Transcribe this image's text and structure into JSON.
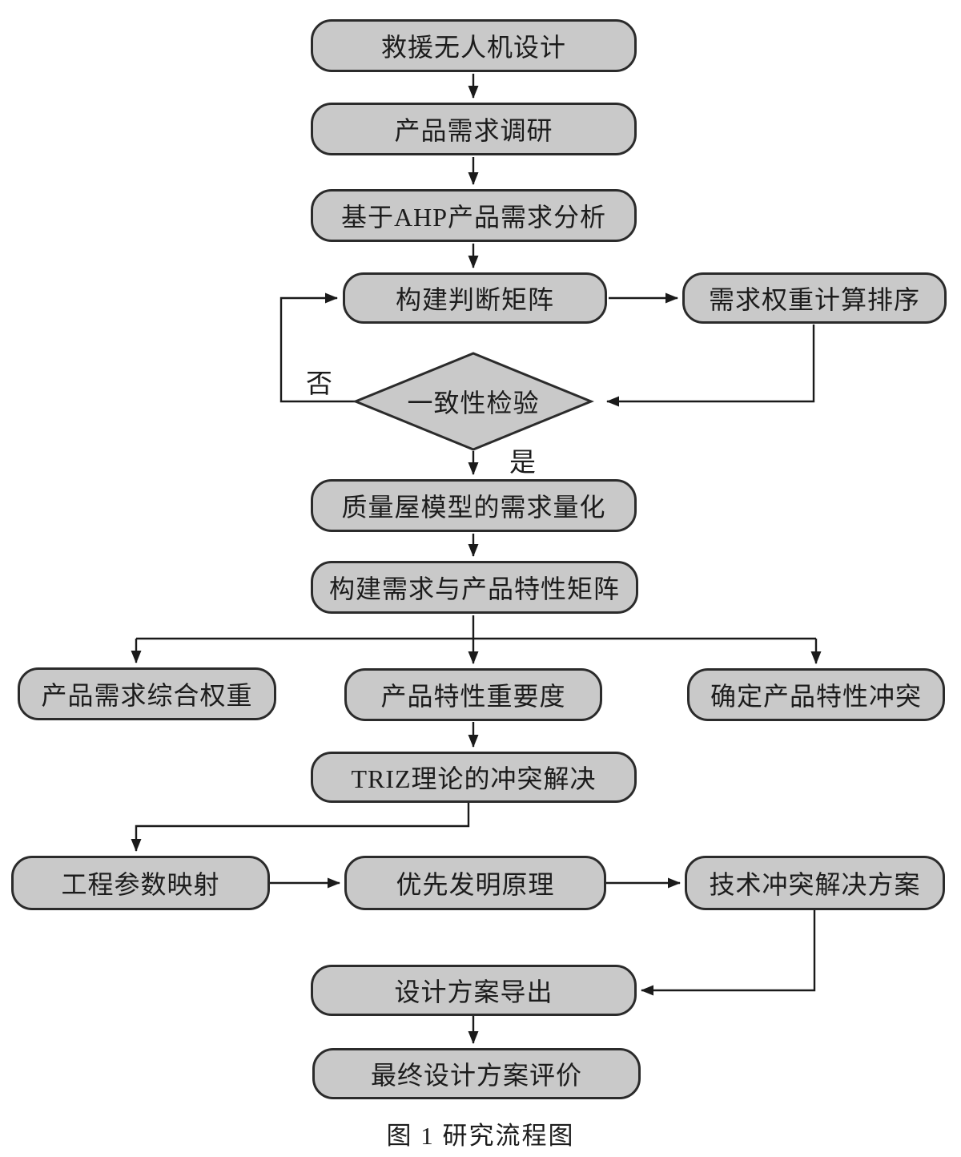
{
  "figure": {
    "caption": "图 1 研究流程图"
  },
  "flowchart": {
    "type": "flowchart",
    "background": "#ffffff",
    "colors": {
      "node_fill": "#c9c9c9",
      "node_border": "#2b2b2b",
      "line": "#1a1a1a",
      "text": "#1c1c1c"
    },
    "nodes": [
      {
        "id": "rescue-drone-design",
        "label": "救援无人机设计",
        "shape": "rounded"
      },
      {
        "id": "product-requirement-research",
        "label": "产品需求调研",
        "shape": "rounded"
      },
      {
        "id": "ahp-requirement-analysis",
        "label": "基于AHP产品需求分析",
        "shape": "rounded"
      },
      {
        "id": "build-judgment-matrix",
        "label": "构建判断矩阵",
        "shape": "rounded"
      },
      {
        "id": "weight-calculation-ranking",
        "label": "需求权重计算排序",
        "shape": "rounded"
      },
      {
        "id": "consistency-check",
        "label": "一致性检验",
        "shape": "diamond"
      },
      {
        "id": "hoq-requirement-quantification",
        "label": "质量屋模型的需求量化",
        "shape": "rounded"
      },
      {
        "id": "requirement-characteristic-matrix",
        "label": "构建需求与产品特性矩阵",
        "shape": "rounded"
      },
      {
        "id": "comprehensive-requirement-weight",
        "label": "产品需求综合权重",
        "shape": "rounded"
      },
      {
        "id": "characteristic-importance",
        "label": "产品特性重要度",
        "shape": "rounded"
      },
      {
        "id": "determine-characteristic-conflict",
        "label": "确定产品特性冲突",
        "shape": "rounded"
      },
      {
        "id": "triz-conflict-resolution",
        "label": "TRIZ理论的冲突解决",
        "shape": "rounded"
      },
      {
        "id": "engineering-parameter-mapping",
        "label": "工程参数映射",
        "shape": "rounded"
      },
      {
        "id": "priority-invention-principle",
        "label": "优先发明原理",
        "shape": "rounded"
      },
      {
        "id": "technical-conflict-solution",
        "label": "技术冲突解决方案",
        "shape": "rounded"
      },
      {
        "id": "design-scheme-export",
        "label": "设计方案导出",
        "shape": "rounded"
      },
      {
        "id": "final-design-evaluation",
        "label": "最终设计方案评价",
        "shape": "rounded"
      }
    ],
    "edge_labels": {
      "no": "否",
      "yes": "是"
    },
    "edges": [
      {
        "from": "救援无人机设计",
        "to": "产品需求调研"
      },
      {
        "from": "产品需求调研",
        "to": "基于AHP产品需求分析"
      },
      {
        "from": "基于AHP产品需求分析",
        "to": "构建判断矩阵"
      },
      {
        "from": "构建判断矩阵",
        "to": "需求权重计算排序"
      },
      {
        "from": "需求权重计算排序",
        "to": "一致性检验"
      },
      {
        "from": "一致性检验",
        "to": "构建判断矩阵",
        "label": "否"
      },
      {
        "from": "一致性检验",
        "to": "质量屋模型的需求量化",
        "label": "是"
      },
      {
        "from": "质量屋模型的需求量化",
        "to": "构建需求与产品特性矩阵"
      },
      {
        "from": "构建需求与产品特性矩阵",
        "to": "产品需求综合权重"
      },
      {
        "from": "构建需求与产品特性矩阵",
        "to": "产品特性重要度"
      },
      {
        "from": "构建需求与产品特性矩阵",
        "to": "确定产品特性冲突"
      },
      {
        "from": "产品特性重要度",
        "to": "TRIZ理论的冲突解决"
      },
      {
        "from": "TRIZ理论的冲突解决",
        "to": "工程参数映射"
      },
      {
        "from": "工程参数映射",
        "to": "优先发明原理"
      },
      {
        "from": "优先发明原理",
        "to": "技术冲突解决方案"
      },
      {
        "from": "技术冲突解决方案",
        "to": "设计方案导出"
      },
      {
        "from": "设计方案导出",
        "to": "最终设计方案评价"
      }
    ]
  }
}
